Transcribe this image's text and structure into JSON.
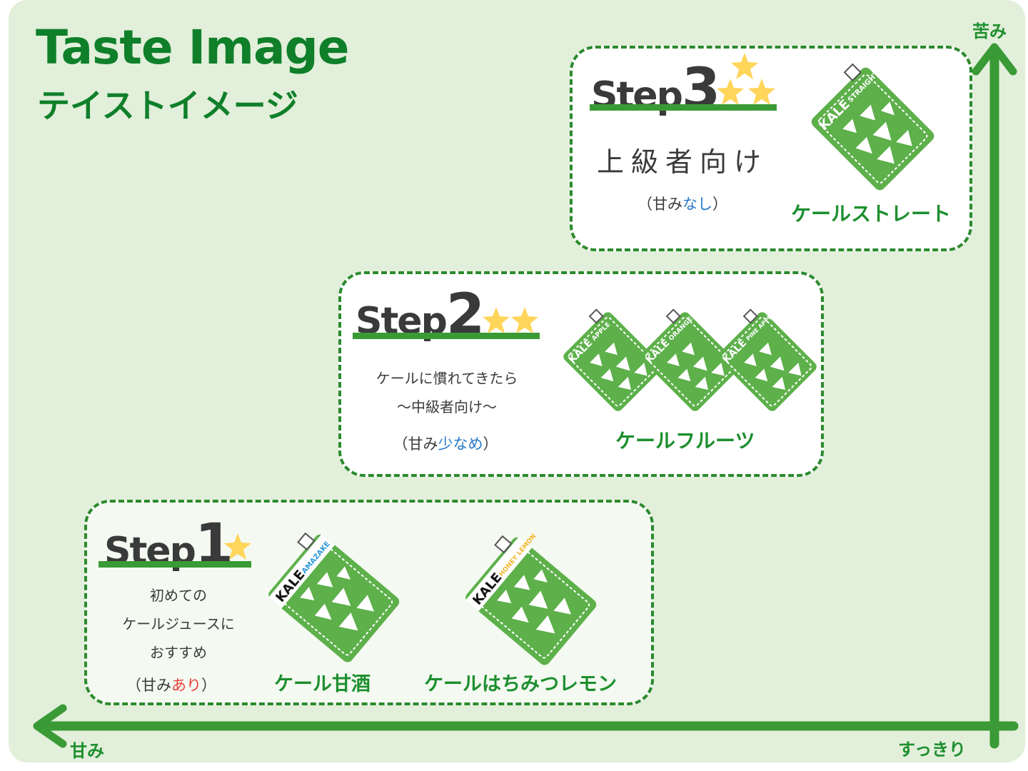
{
  "title": {
    "en": "Taste Image",
    "ja": "テイストイメージ"
  },
  "axes": {
    "y_top": "苦み",
    "x_left": "甘み",
    "x_right": "すっきり",
    "color": "#3a9a35"
  },
  "colors": {
    "border": "#2b8a2e",
    "brand_green": "#1d8f2e",
    "star": "#ffd55a",
    "package": "#5db04a"
  },
  "steps": [
    {
      "word": "Step",
      "num": "1",
      "stars": 1,
      "desc": [
        "初めての",
        "ケールジュースに",
        "おすすめ"
      ],
      "sweet": {
        "open": "（甘み",
        "highlight": "あり",
        "close": "）",
        "highlight_color": "#e8413b"
      },
      "products": [
        {
          "name": "ケール甘酒",
          "pkg_brand": "KALE",
          "pkg_flavor": "AMAZAKE",
          "flavor_color": "#2a9ad8"
        },
        {
          "name": "ケールはちみつレモン",
          "pkg_brand": "KALE",
          "pkg_flavor": "HONEY LEMON",
          "flavor_color": "#f3b62a"
        }
      ]
    },
    {
      "word": "Step",
      "num": "2",
      "stars": 2,
      "desc": [
        "ケールに慣れてきたら",
        "〜中級者向け〜"
      ],
      "sweet": {
        "open": "（甘み",
        "highlight": "少なめ",
        "close": "）",
        "highlight_color": "#2a78c8"
      },
      "products": [
        {
          "name": "ケールフルーツ",
          "pkg_brand": "KALE",
          "pkg_flavors": [
            "APPLE",
            "ORANGE",
            "PINE APPLE"
          ],
          "flavor_color": "#ffffff"
        }
      ]
    },
    {
      "word": "Step",
      "num": "3",
      "stars": 3,
      "desc": [
        "上級者向け"
      ],
      "sweet": {
        "open": "（甘み",
        "highlight": "なし",
        "close": "）",
        "highlight_color": "#2a78c8"
      },
      "products": [
        {
          "name": "ケールストレート",
          "pkg_brand": "KALE",
          "pkg_flavor": "STRAIGHT",
          "flavor_color": "#ffffff"
        }
      ]
    }
  ]
}
